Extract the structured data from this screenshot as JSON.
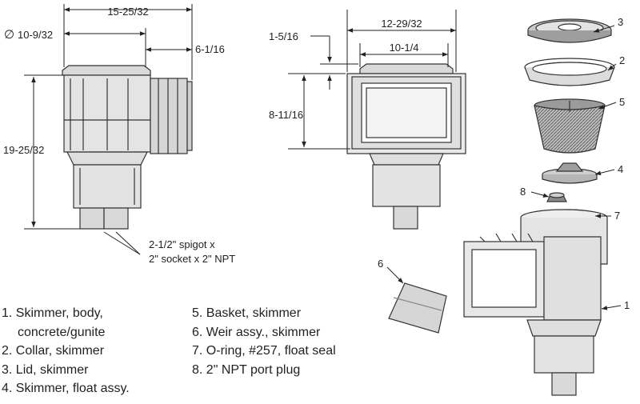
{
  "dimensions": {
    "overall_width": "15-25/32",
    "diameter_symbol": "∅",
    "diameter": "10-9/32",
    "offset": "6-1/16",
    "overall_height": "19-25/32",
    "front_width": "12-29/32",
    "opening_width": "10-1/4",
    "top_drop": "1-5/16",
    "opening_height": "8-11/16"
  },
  "port_note": {
    "line1": "2-1/2\" spigot x",
    "line2": "2\" socket x 2\" NPT"
  },
  "callouts": [
    "3",
    "2",
    "5",
    "4",
    "8",
    "7",
    "6",
    "1"
  ],
  "legend": {
    "col1": [
      {
        "line": "1. Skimmer, body,",
        "indent": false
      },
      {
        "line": "concrete/gunite",
        "indent": true
      },
      {
        "line": "2. Collar, skimmer",
        "indent": false
      },
      {
        "line": "3. Lid, skimmer",
        "indent": false
      },
      {
        "line": "4. Skimmer, float assy.",
        "indent": false
      }
    ],
    "col2": [
      {
        "line": "5. Basket, skimmer",
        "indent": false
      },
      {
        "line": "6. Weir assy., skimmer",
        "indent": false
      },
      {
        "line": "7. O-ring, #257, float seal",
        "indent": false
      },
      {
        "line": "8. 2\" NPT port plug",
        "indent": false
      }
    ]
  }
}
